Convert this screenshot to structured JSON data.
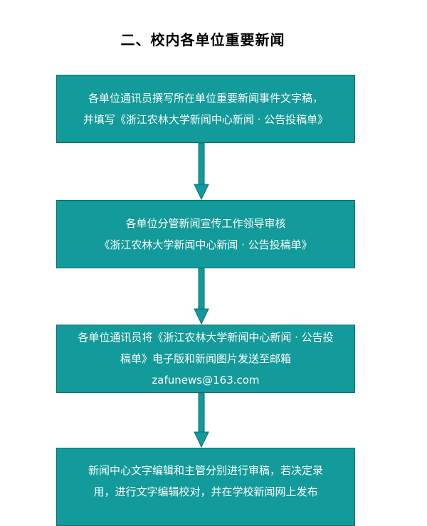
{
  "title": "二、校内各单位重要新闻",
  "colors": {
    "box_fill": "#139a9a",
    "box_border": "#0c6e6e",
    "text": "#ffffff",
    "arrow": "#139a9a"
  },
  "steps": [
    {
      "line1": "各单位通讯员撰写所在单位重要新闻事件文字稿，",
      "line2": "并填写《浙江农林大学新闻中心新闻 · 公告投稿单》"
    },
    {
      "line1": "各单位分管新闻宣传工作领导审核",
      "line2": "《浙江农林大学新闻中心新闻 · 公告投稿单》"
    },
    {
      "line1": "各单位通讯员将《浙江农林大学新闻中心新闻 · 公告投",
      "line2": "稿单》电子版和新闻图片发送至邮箱 zafunews@163.com"
    },
    {
      "line1": "新闻中心文字编辑和主管分别进行审稿，若决定录",
      "line2": "用，进行文字编辑校对，并在学校新闻网上发布"
    }
  ]
}
